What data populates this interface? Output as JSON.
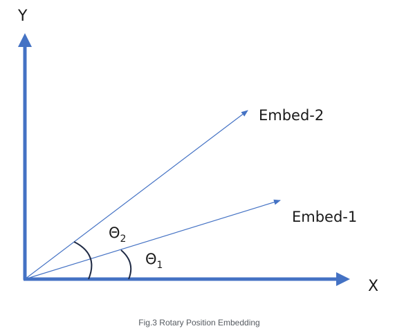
{
  "diagram": {
    "y_axis_label": "Y",
    "x_axis_label": "X",
    "vector_2_label": "Embed-2",
    "vector_1_label": "Embed-1",
    "angle_2_symbol": "Θ",
    "angle_2_sub": "2",
    "angle_1_symbol": "Θ",
    "angle_1_sub": "1",
    "caption": "Fig.3 Rotary Position Embedding"
  },
  "colors": {
    "axis": "#4472c4",
    "vector": "#4472c4",
    "arc": "#1f2a44",
    "text": "#1a1a1a",
    "caption": "#555a60"
  }
}
